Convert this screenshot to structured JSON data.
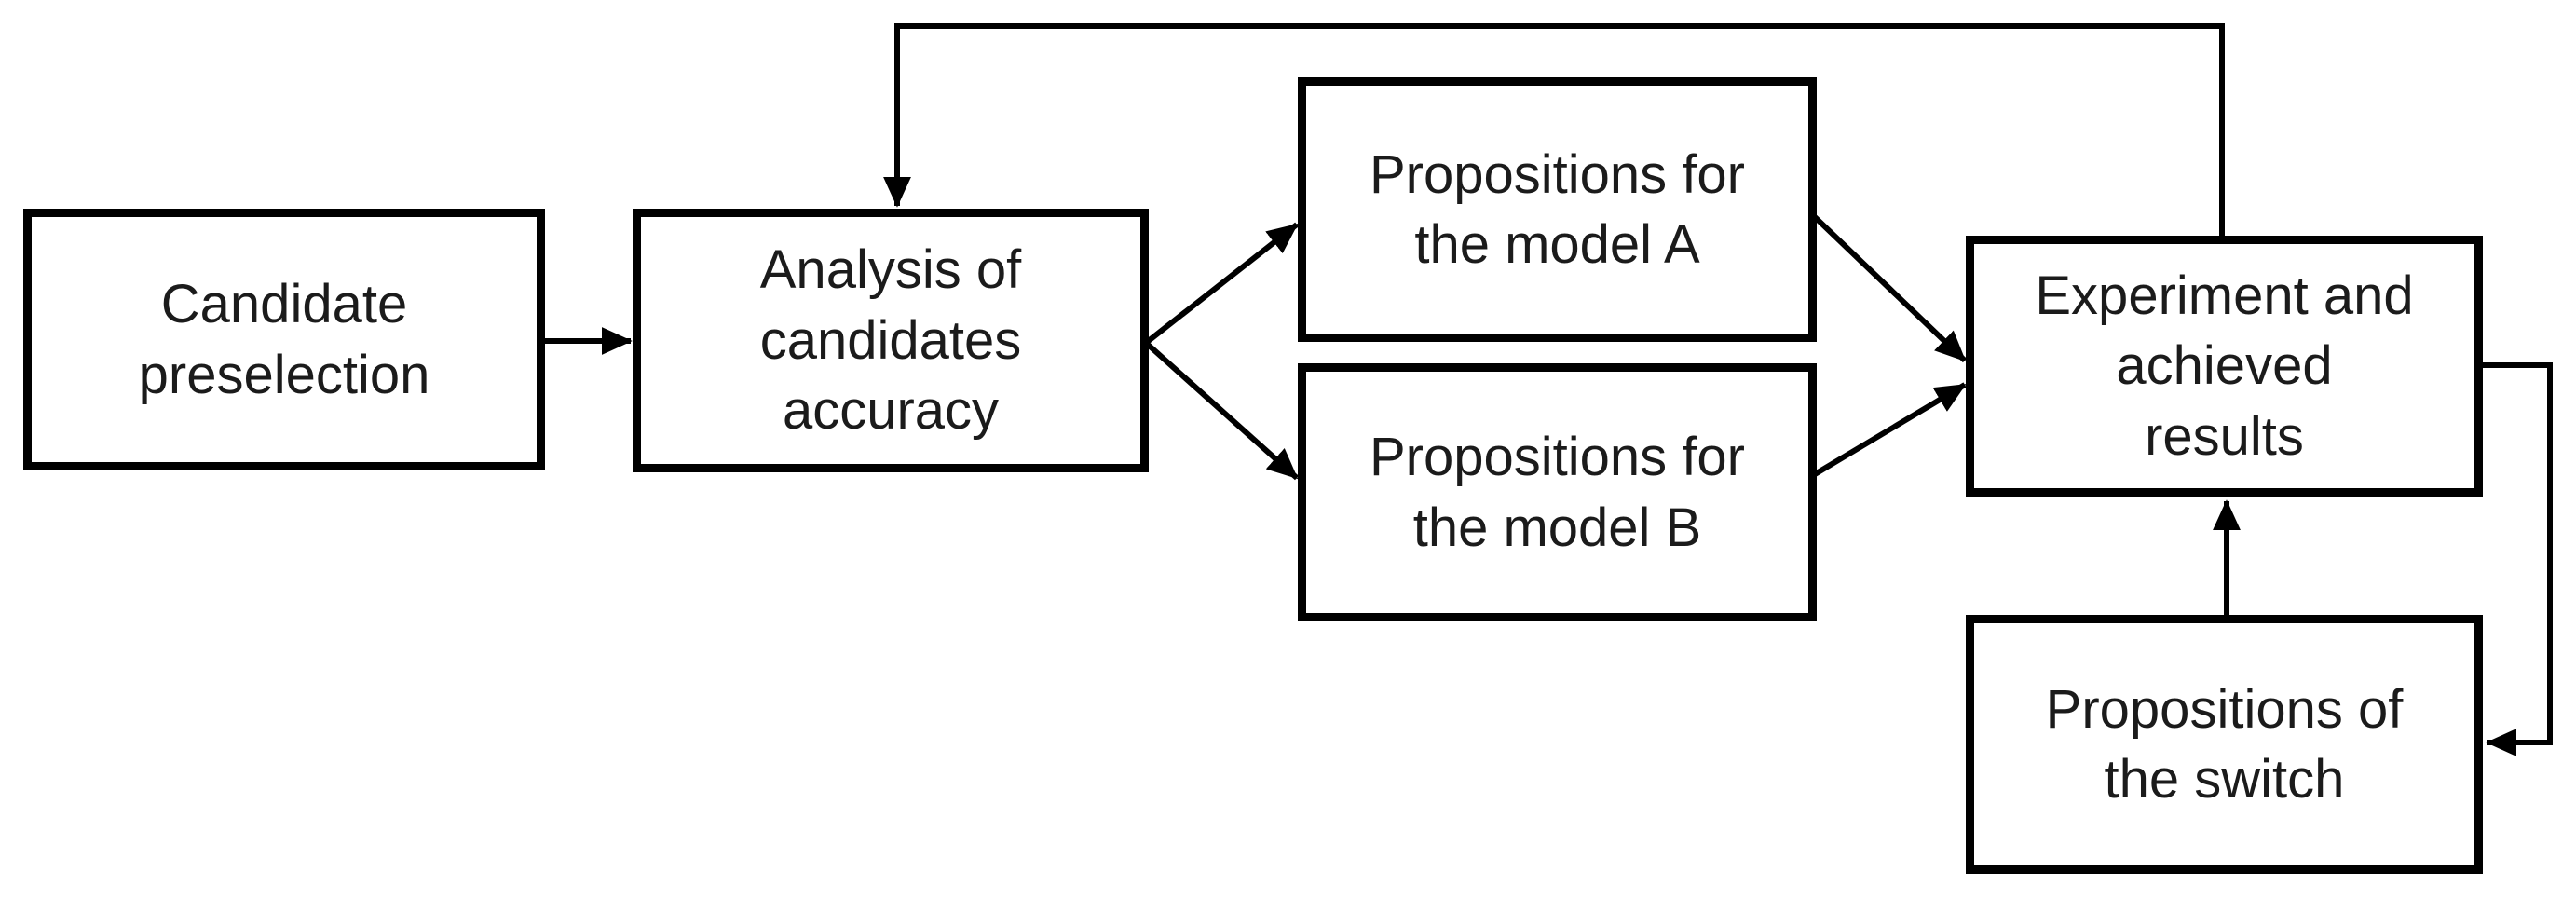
{
  "boxes": {
    "candidate": {
      "label": "Candidate\npreselection"
    },
    "analysis": {
      "label": "Analysis of\ncandidates\naccuracy"
    },
    "model_a": {
      "label": "Propositions for\nthe model A"
    },
    "model_b": {
      "label": "Propositions for\nthe model B"
    },
    "experiment": {
      "label": "Experiment and\nachieved\nresults"
    },
    "switch": {
      "label": "Propositions of\nthe switch"
    }
  },
  "connections": [
    {
      "from": "candidate",
      "to": "analysis",
      "type": "straight"
    },
    {
      "from": "analysis",
      "to": "model_a",
      "type": "diagonal"
    },
    {
      "from": "analysis",
      "to": "model_b",
      "type": "diagonal"
    },
    {
      "from": "model_a",
      "to": "experiment",
      "type": "diagonal"
    },
    {
      "from": "model_b",
      "to": "experiment",
      "type": "diagonal"
    },
    {
      "from": "experiment",
      "to": "analysis",
      "type": "feedback-over-top"
    },
    {
      "from": "experiment",
      "to": "switch",
      "type": "loop-right-side"
    },
    {
      "from": "switch",
      "to": "experiment",
      "type": "straight-up"
    }
  ],
  "colors": {
    "line": "#000000",
    "box_border": "#000000",
    "box_fill": "#ffffff",
    "text": "#1b1b1b",
    "background": "#ffffff"
  }
}
